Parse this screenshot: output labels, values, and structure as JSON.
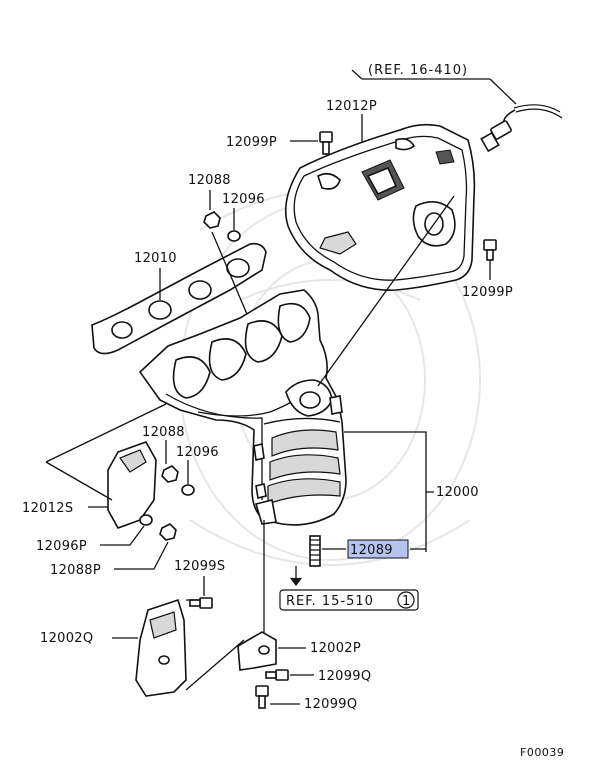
{
  "figure_id": "F00039",
  "references": {
    "ref_top": "(REF. 16-410)",
    "ref_bottom": "REF. 15-510",
    "ref_bottom_circle": "1"
  },
  "labels": {
    "p12012P": "12012P",
    "p12099P_top": "12099P",
    "p12099P_right": "12099P",
    "p12088_top": "12088",
    "p12096_top": "12096",
    "p12010": "12010",
    "p12088_mid": "12088",
    "p12096_mid": "12096",
    "p12012S": "12012S",
    "p12096P": "12096P",
    "p12088P": "12088P",
    "p12000": "12000",
    "p12089": "12089",
    "p12099S": "12099S",
    "p12002Q": "12002Q",
    "p12002P": "12002P",
    "p12099Q_1": "12099Q",
    "p12099Q_2": "12099Q"
  },
  "colors": {
    "highlight": "#b7c3ef",
    "line": "#111111",
    "shade": "#d8d8d8"
  }
}
